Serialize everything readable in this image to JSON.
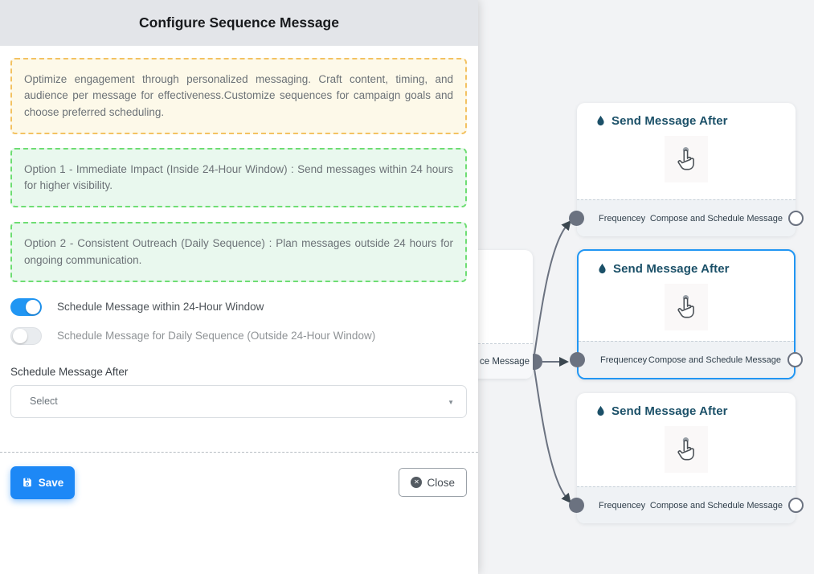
{
  "colors": {
    "accent_blue": "#2196f3",
    "node_title": "#1b5068",
    "edge_gray": "#6b7280",
    "warning_border": "#f3c262",
    "success_border": "#6edd73",
    "save_button": "#1d88f6"
  },
  "modal": {
    "title": "Configure Sequence Message",
    "description": "Optimize engagement through personalized messaging. Craft content, timing, and audience per message for effectiveness.Customize sequences for campaign goals and choose preferred scheduling.",
    "option1": "Option 1 - Immediate Impact (Inside 24-Hour Window) : Send messages within 24 hours for higher visibility.",
    "option2": "Option 2 - Consistent Outreach (Daily Sequence) : Plan messages outside 24 hours for ongoing communication.",
    "toggle_24h": {
      "label": "Schedule Message within 24-Hour Window",
      "state": "on"
    },
    "toggle_daily": {
      "label": "Schedule Message for Daily Sequence (Outside 24-Hour Window)",
      "state": "off"
    },
    "schedule_after_label": "Schedule Message After",
    "select_value": "Select",
    "save_label": "Save",
    "close_label": "Close"
  },
  "flow": {
    "parent_node_partial_label": "ce Message",
    "nodes": [
      {
        "title": "Send Message After",
        "footer_left": "Frequencey",
        "footer_right": "Compose and Schedule Message",
        "selected": false
      },
      {
        "title": "Send Message After",
        "footer_left": "Frequencey",
        "footer_right": "Compose and Schedule Message",
        "selected": true
      },
      {
        "title": "Send Message After",
        "footer_left": "Frequencey",
        "footer_right": "Compose and Schedule Message",
        "selected": false
      }
    ]
  }
}
